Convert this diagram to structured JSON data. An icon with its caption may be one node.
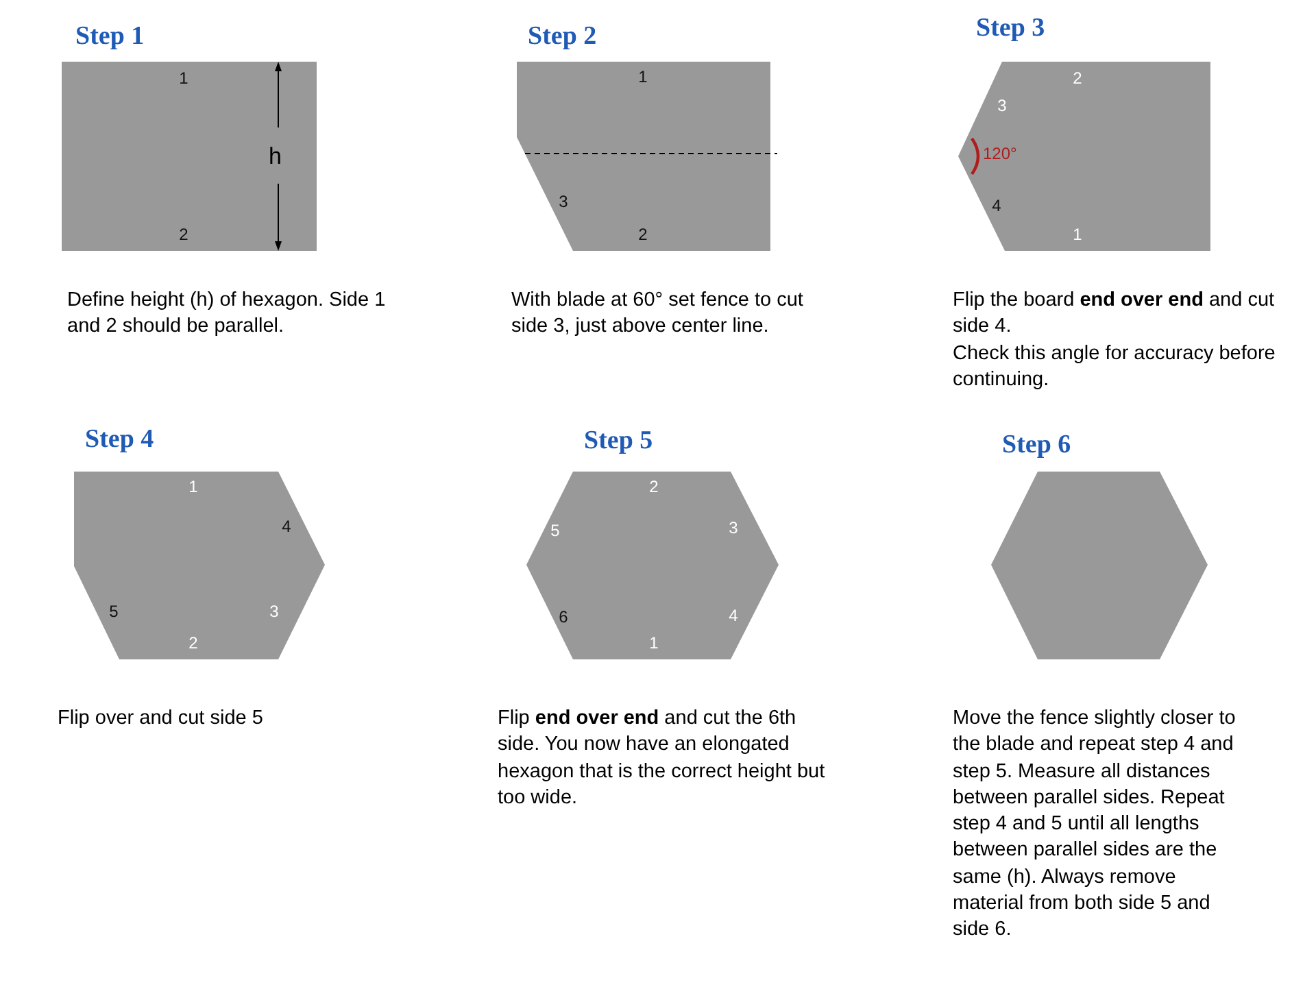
{
  "diagram": {
    "nodes": [
      {
        "text": [
          "Step 1",
          "1",
          "2"
        ],
        "beside": [
          "Define height (h) of hexagon. Side 1 and 2 should be parallel."
        ]
      },
      {
        "text": [
          "Step 2",
          "1",
          "3",
          "2"
        ],
        "beside": [
          "With blade at 60° set fence to cut side 3, just above center line."
        ]
      },
      {
        "text": [
          "Step 3",
          "2",
          "3",
          "4",
          "1"
        ],
        "beside": [
          "Flip the board **end over end** and cut side 4.",
          "Check this angle for accuracy before continuing."
        ]
      },
      {
        "text": [
          "Step 4",
          "1",
          "4",
          "5",
          "3",
          "2"
        ],
        "beside": [
          "Flip over and cut side 5"
        ]
      },
      {
        "text": [
          "Step 5",
          "2",
          "5",
          "3",
          "6",
          "4",
          "1"
        ],
        "beside": [
          "Flip **end over end** and cut the 6th side. You now have an elongated hexagon that is the correct height but too wide."
        ]
      },
      {
        "text": [
          "Step 6"
        ],
        "beside": [
          "Move the fence slightly closer to the blade and repeat step 4 and step 5. Measure all distances between parallel sides. Repeat step 4 and 5 until all lengths between parallel sides are the same (h). Always remove material from both side 5 and side 6."
        ]
      }
    ],
    "labels": [
      "h",
      "120°"
    ]
  }
}
